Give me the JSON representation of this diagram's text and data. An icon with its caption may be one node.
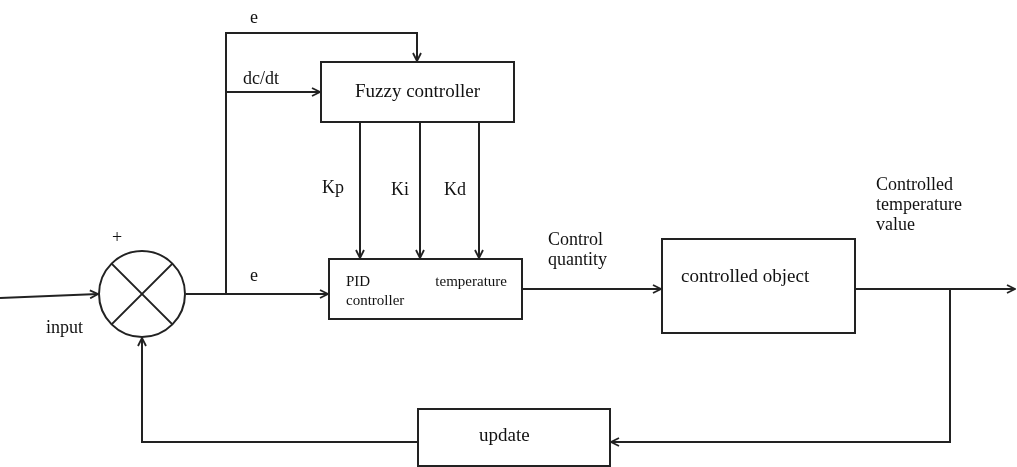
{
  "diagram": {
    "nodes": [
      {
        "text": [],
        "shape": "circle",
        "beside": [
          "+"
        ]
      },
      {
        "text": [
          "Fuzzy controller"
        ]
      },
      {
        "text": [
          "PID temperature controller"
        ]
      },
      {
        "text": [
          "controlled object"
        ]
      },
      {
        "text": [
          "update"
        ]
      }
    ],
    "edges": [
      {
        "from": null,
        "to": 0,
        "arrow": "to",
        "label": "input"
      },
      {
        "from": 0,
        "to": 2,
        "arrow": "to",
        "label": "e"
      },
      {
        "from": 0,
        "to": 1,
        "arrow": "to",
        "label": "e"
      },
      {
        "from": 0,
        "to": 1,
        "arrow": "to",
        "label": "dc/dt"
      },
      {
        "from": 1,
        "to": 2,
        "arrow": "to",
        "label": "Kp"
      },
      {
        "from": 1,
        "to": 2,
        "arrow": "to",
        "label": "Ki"
      },
      {
        "from": 1,
        "to": 2,
        "arrow": "to",
        "label": "Kd"
      },
      {
        "from": 2,
        "to": 3,
        "arrow": "to",
        "label": "Control quantity"
      },
      {
        "from": 3,
        "to": null,
        "arrow": "to",
        "label": "Controlled temperature value"
      },
      {
        "from": 3,
        "to": 4,
        "arrow": "to"
      },
      {
        "from": 4,
        "to": 0,
        "arrow": "to"
      }
    ]
  }
}
